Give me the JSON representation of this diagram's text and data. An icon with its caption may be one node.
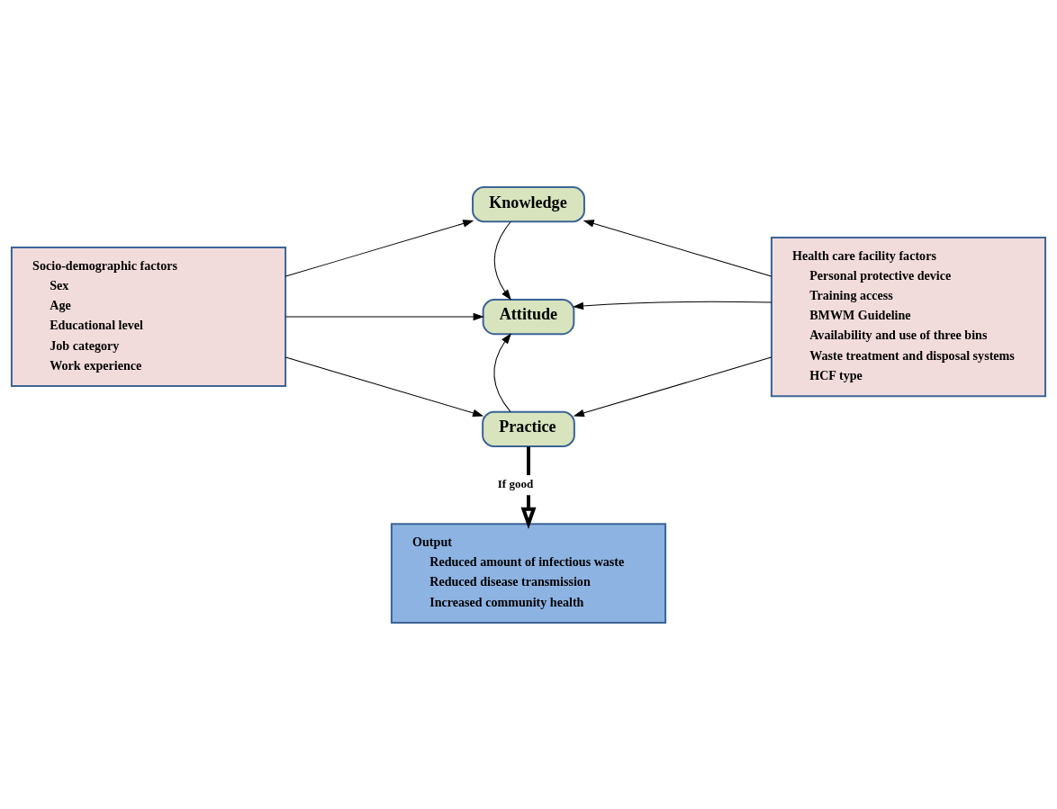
{
  "diagram": {
    "nodes": [
      {
        "text": [
          "Socio-demographic factors",
          "Sex",
          "Age",
          "Educational level",
          "Job category",
          "Work experience"
        ]
      },
      {
        "text": [
          "Knowledge"
        ]
      },
      {
        "text": [
          "Attitude"
        ]
      },
      {
        "text": [
          "Practice"
        ]
      },
      {
        "text": [
          "Health care facility factors",
          "Personal protective device",
          "Training access",
          "BMWM Guideline",
          "Availability and use of three bins",
          "Waste treatment and disposal systems",
          "HCF type"
        ]
      },
      {
        "text": [
          "Output",
          "Reduced amount of infectious waste",
          "Reduced disease transmission",
          "Increased community health"
        ]
      }
    ],
    "edges": [
      {
        "from": 0,
        "to": 1,
        "arrow": "to"
      },
      {
        "from": 0,
        "to": 2,
        "arrow": "to"
      },
      {
        "from": 0,
        "to": 3,
        "arrow": "to"
      },
      {
        "from": 4,
        "to": 1,
        "arrow": "to"
      },
      {
        "from": 4,
        "to": 2,
        "arrow": "to"
      },
      {
        "from": 4,
        "to": 3,
        "arrow": "to"
      },
      {
        "from": 1,
        "to": 2,
        "arrow": "to"
      },
      {
        "from": 3,
        "to": 2,
        "arrow": "to"
      },
      {
        "from": 3,
        "to": 5,
        "arrow": "to",
        "label": "If good",
        "style": "thick"
      }
    ]
  }
}
